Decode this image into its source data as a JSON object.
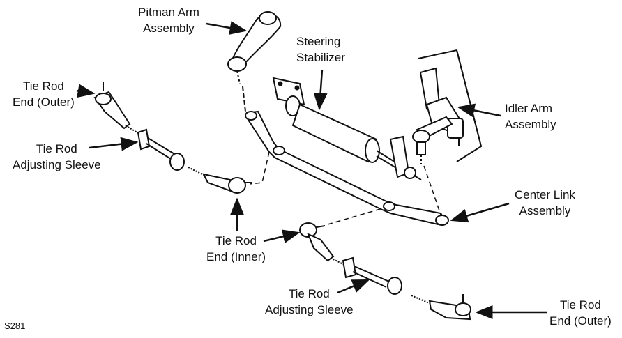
{
  "labels": {
    "pitman_arm": [
      "Pitman Arm",
      "Assembly"
    ],
    "steering_stabilizer": [
      "Steering",
      "Stabilizer"
    ],
    "tie_rod_end_outer_left": [
      "Tie Rod",
      "End (Outer)"
    ],
    "tie_rod_adjusting_sleeve_left": [
      "Tie Rod",
      "Adjusting Sleeve"
    ],
    "idler_arm": [
      "Idler Arm",
      "Assembly"
    ],
    "center_link": [
      "Center Link",
      "Assembly"
    ],
    "tie_rod_end_inner": [
      "Tie Rod",
      "End (Inner)"
    ],
    "tie_rod_adjusting_sleeve_right": [
      "Tie Rod",
      "Adjusting Sleeve"
    ],
    "tie_rod_end_outer_right": [
      "Tie Rod",
      "End (Outer)"
    ]
  },
  "figure_id": "S281"
}
